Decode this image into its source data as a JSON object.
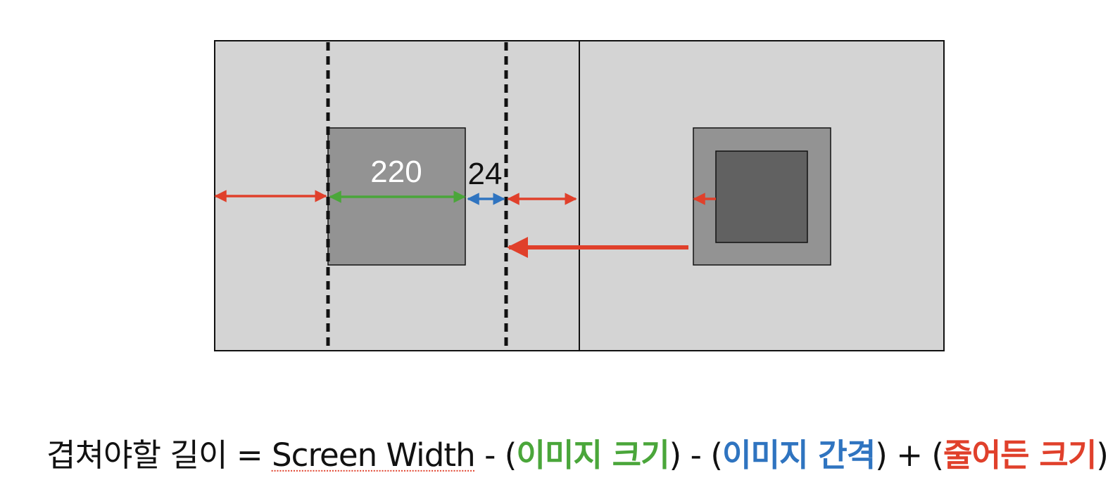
{
  "labels": {
    "image_width": "220",
    "image_gap": "24"
  },
  "formula": {
    "lhs": "겹쳐야할 길이",
    "equals": "=",
    "screen_width": "Screen Width",
    "minus1": "-",
    "paren_open_1": "(",
    "image_size": "이미지 크기",
    "paren_close_1": ")",
    "minus2": "-",
    "paren_open_2": "(",
    "image_gap": "이미지 간격",
    "paren_close_2": ")",
    "plus": "+",
    "paren_open_3": "(",
    "reduced_size": "줄어든 크기",
    "paren_close_3": ")"
  },
  "colors": {
    "screen_bg": "#d4d4d4",
    "image_box": "#939393",
    "inner_box": "#616161",
    "arrow_red": "#e0402b",
    "arrow_green": "#4aa63a",
    "arrow_blue": "#2f74c0"
  }
}
